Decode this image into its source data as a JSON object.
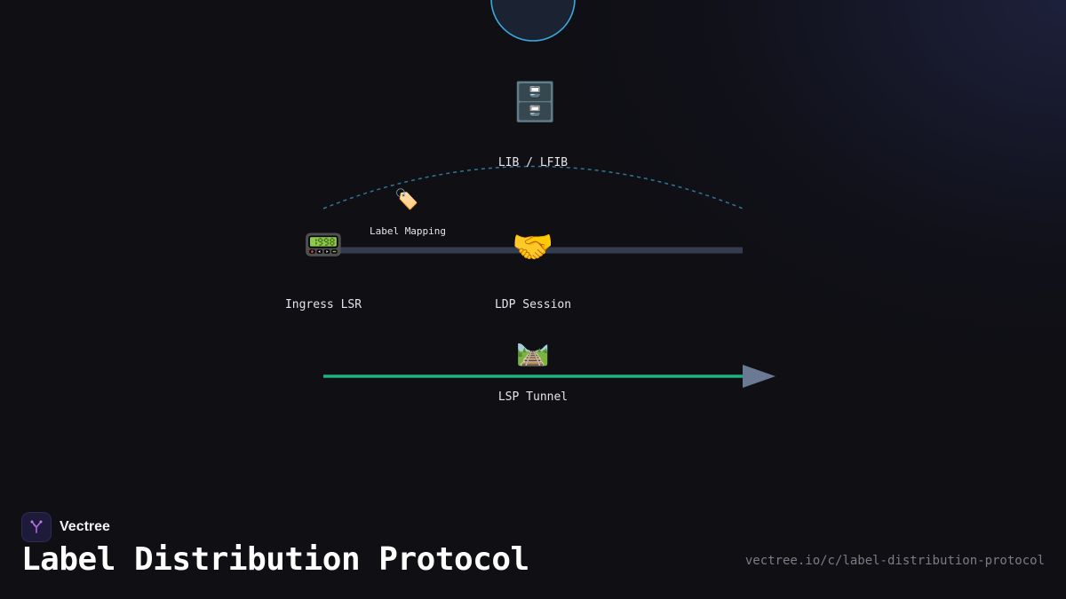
{
  "diagram": {
    "nodes": {
      "top_node": {
        "label": ""
      },
      "lib_lfib": {
        "icon": "file-cabinet-icon",
        "glyph": "🗄️",
        "label": "LIB / LFIB"
      },
      "label_mapping": {
        "icon": "label-tag-icon",
        "glyph": "🏷️",
        "label": "Label Mapping"
      },
      "ingress_lsr": {
        "icon": "pager-icon",
        "glyph": "📟",
        "label": "Ingress LSR"
      },
      "ldp_session": {
        "icon": "handshake-icon",
        "glyph": "🤝",
        "label": "LDP Session"
      },
      "lsp_tunnel": {
        "icon": "railway-track-icon",
        "glyph": "🛤️",
        "label": "LSP Tunnel"
      }
    },
    "colors": {
      "session_line": "#333d4f",
      "mapping_arc": "#2f7894",
      "tunnel_line": "#22b07e",
      "tunnel_arrow": "#6b7a94",
      "top_node_stroke": "#39a9e0",
      "top_node_fill": "#1b2333"
    }
  },
  "footer": {
    "brand_name": "Vectree",
    "title": "Label Distribution Protocol",
    "url": "vectree.io/c/label-distribution-protocol"
  }
}
